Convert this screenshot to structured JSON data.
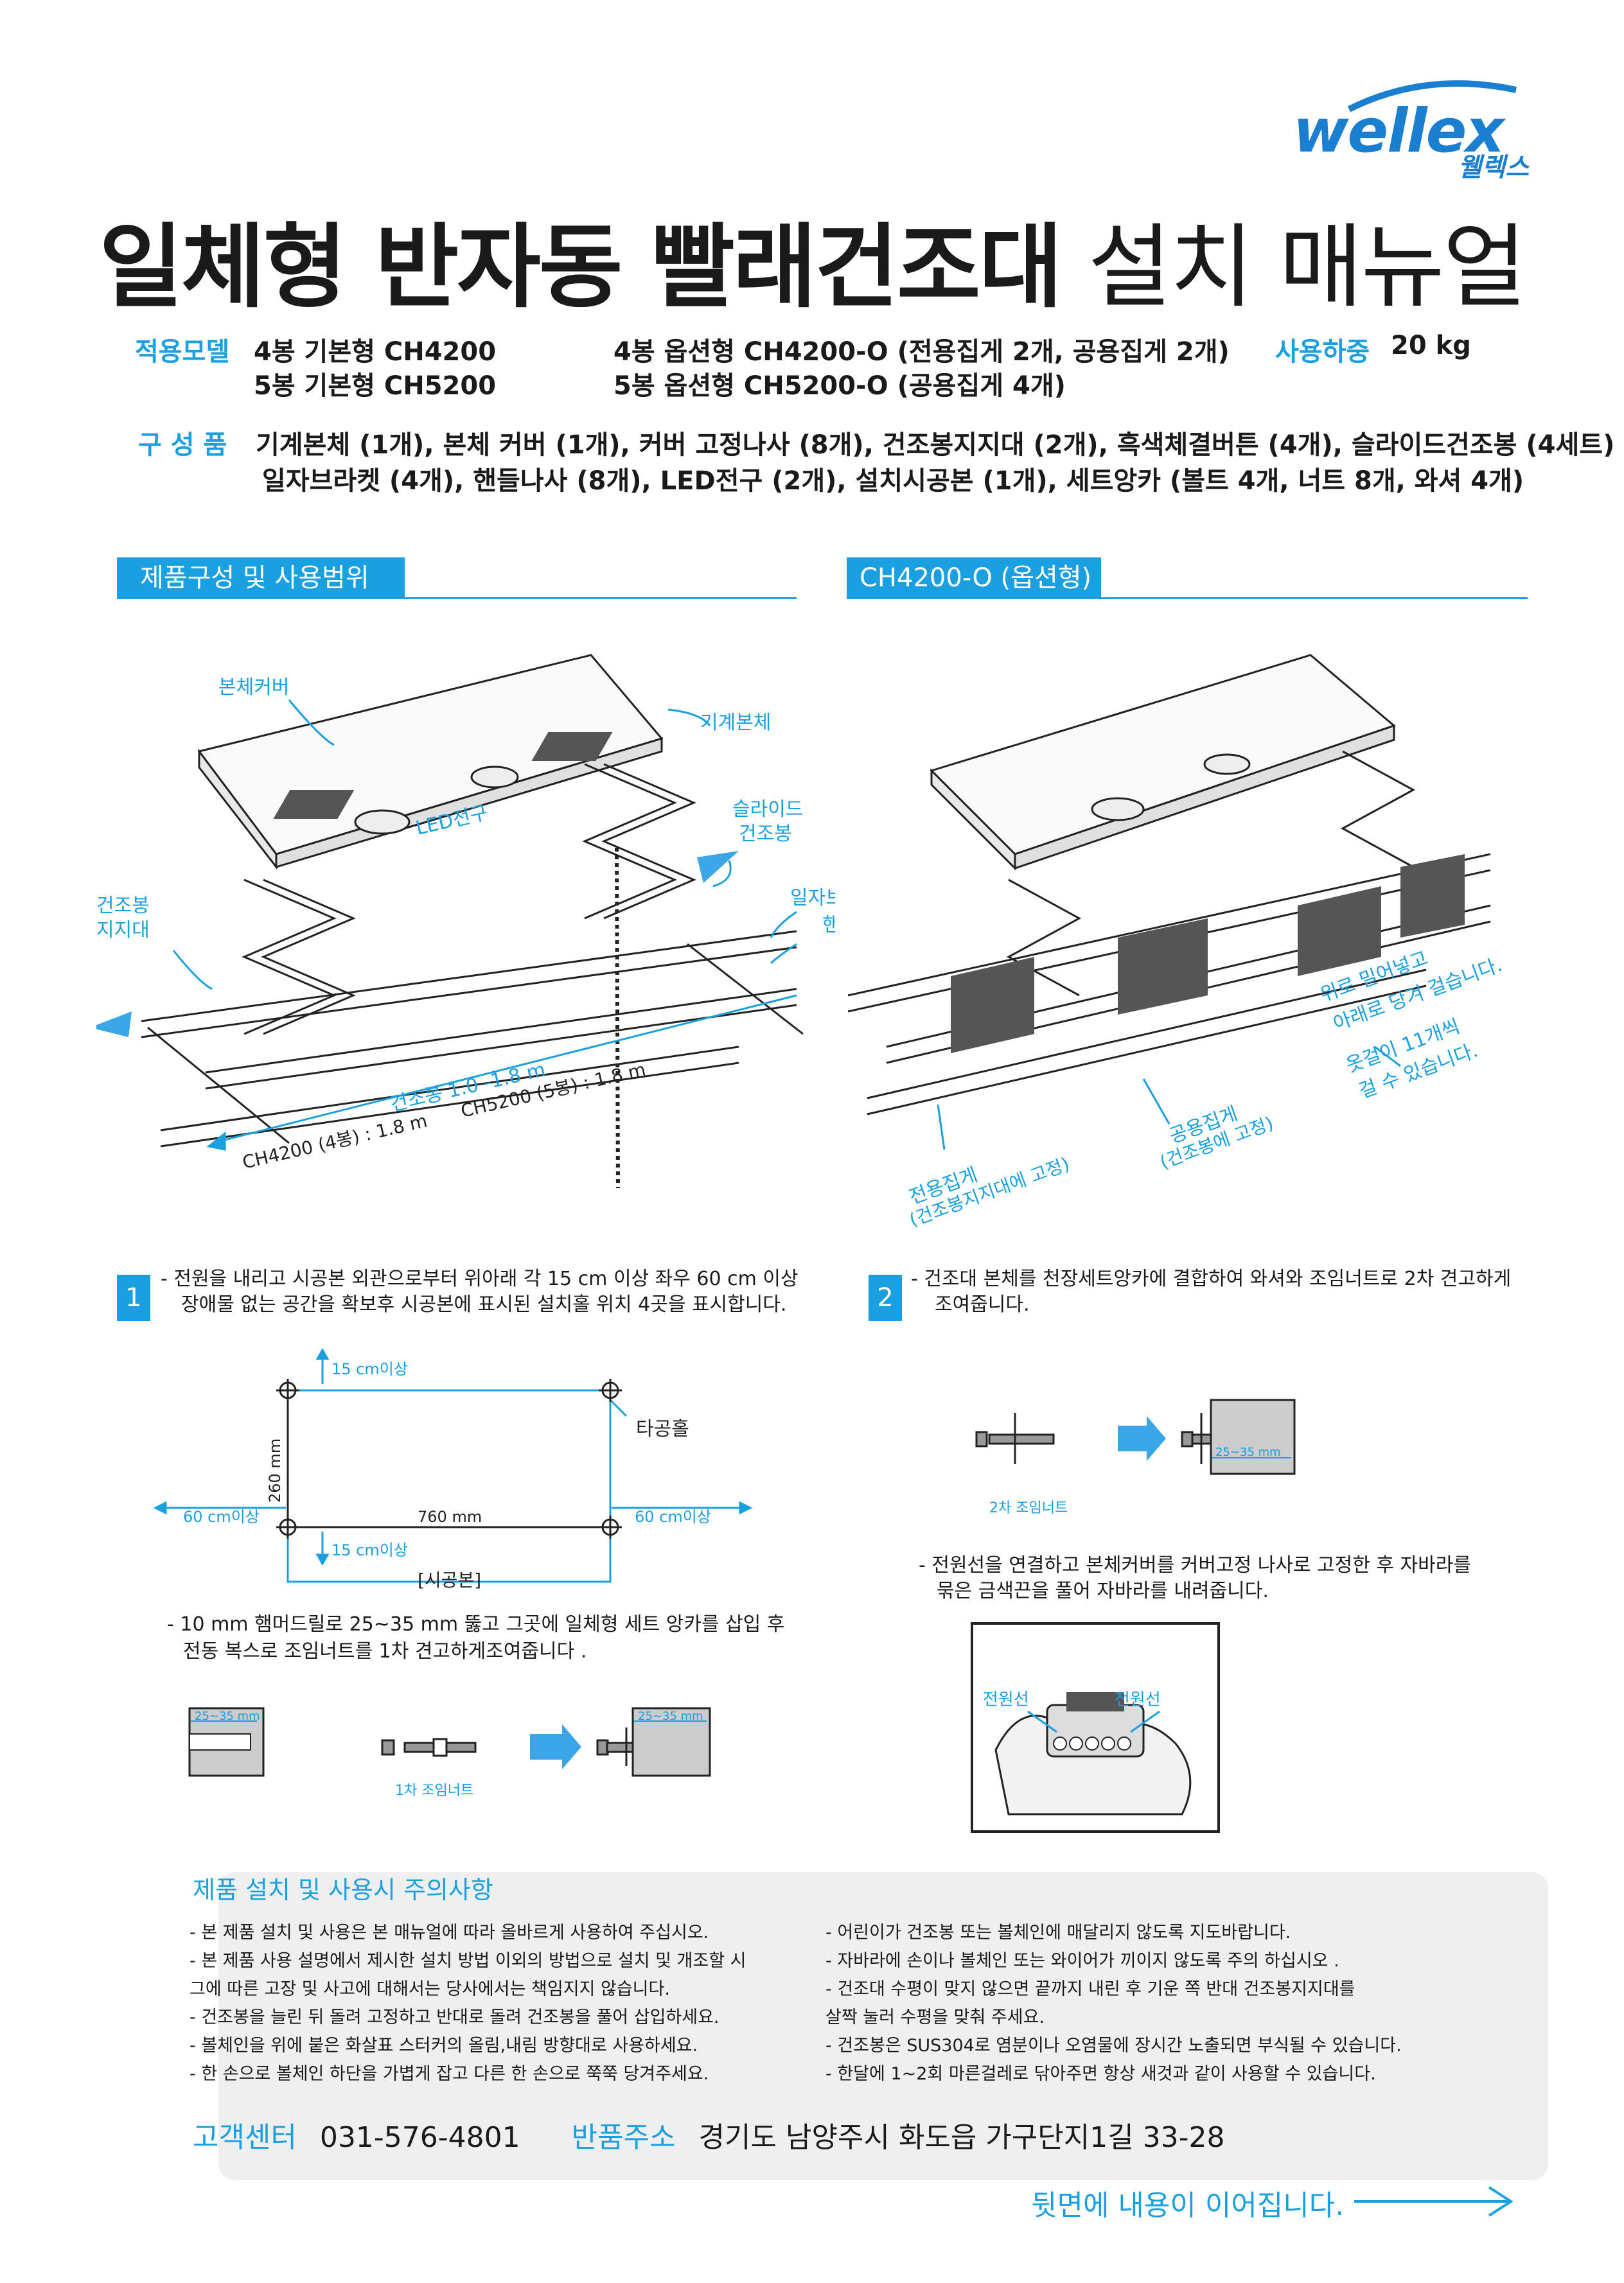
{
  "brand": {
    "logo_text": "wellex",
    "logo_korean": "웰렉스",
    "color": "#1b7fd1"
  },
  "title": {
    "bold": "일체형 반자동 빨래건조대",
    "light": "설치 매뉴얼"
  },
  "specs": {
    "model_label": "적용모델",
    "model_1": "4봉 기본형 CH4200",
    "model_2": "5봉 기본형 CH5200",
    "model_3": "4봉 옵션형 CH4200-O (전용집게 2개, 공용집게 2개)",
    "model_4": "5봉 옵션형 CH5200-O (공용집게 4개)",
    "load_label": "사용하중",
    "load_value": "20 kg"
  },
  "components": {
    "label": "구 성 품",
    "line_1": "기계본체 (1개), 본체 커버 (1개), 커버 고정나사 (8개), 건조봉지지대 (2개), 흑색체결버튼 (4개), 슬라이드건조봉 (4세트)",
    "line_2": "일자브라켓 (4개), 핸들나사 (8개), LED전구 (2개), 설치시공본 (1개), 세트앙카 (볼트 4개, 너트 8개, 와셔 4개)"
  },
  "sections": {
    "left": "제품구성 및 사용범위",
    "right": "CH4200-O (옵션형)"
  },
  "diagram_left": {
    "cover": "본체커버",
    "machine": "기계본체",
    "led": "LED전구",
    "slide_1": "슬라이드",
    "slide_2": "건조봉",
    "support_1": "건조봉",
    "support_2": "지지대",
    "bracket": "일자브라켓",
    "handle": "핸들나사",
    "range": "건조봉 1.0 -1.8 m",
    "ch4200": "CH4200 (4봉) : 1.8 m",
    "ch5200": "CH5200 (5봉) : 1.8 m"
  },
  "diagram_right": {
    "push_1": "위로 밀어넣고",
    "push_2": "아래로 당겨 걸습니다.",
    "hanger_1": "옷걸이 11개씩",
    "hanger_2": "걸 수 있습니다.",
    "shared_1": "공용집게",
    "shared_2": "(건조봉에 고정)",
    "dedicated_1": "전용집게",
    "dedicated_2": "(건조봉지지대에 고정)"
  },
  "step1": {
    "num": "1",
    "text_1": "- 전원을 내리고 시공본 외관으로부터 위아래 각 15 cm 이상 좌우 60 cm 이상",
    "text_2": "장애물 없는 공간을 확보후 시공본에 표시된  설치홀 위치 4곳을 표시합니다.",
    "dim_15_top": "15 cm이상",
    "dim_15_bottom": "15 cm이상",
    "dim_260": "260 mm",
    "dim_760": "760 mm",
    "dim_60_left": "60 cm이상",
    "dim_60_right": "60 cm이상",
    "hole": "타공홀",
    "template": "[시공본]",
    "drill_1": "- 10 mm 햄머드릴로 25~35 mm 뚫고 그곳에 일체형 세트 앙카를 삽입 후",
    "drill_2": "전동 복스로 조임너트를 1차 견고하게조여줍니다 .",
    "depth_a": "25~35 mm",
    "depth_b": "25~35 mm",
    "nut_1": "1차 조임너트"
  },
  "step2": {
    "num": "2",
    "text_1": "- 건조대 본체를 천장세트앙카에 결합하여 와셔와 조임너트로 2차 견고하게",
    "text_2": "조여줍니다.",
    "depth": "25~35 mm",
    "nut_2": "2차 조임너트",
    "wire_1": "- 전원선을 연결하고 본체커버를 커버고정 나사로 고정한 후 자바라를",
    "wire_2": "묶은 금색끈을 풀어 자바라를 내려줍니다.",
    "power_left": "전원선",
    "power_right": "전원선"
  },
  "notes": {
    "title": "제품 설치 및 사용시 주의사항",
    "left": [
      "- 본 제품 설치 및 사용은 본 매뉴얼에 따라 올바르게 사용하여 주십시오.",
      "- 본 제품 사용 설명에서 제시한 설치 방법 이외의 방법으로 설치 및 개조할 시",
      "  그에 따른 고장 및 사고에 대해서는 당사에서는 책임지지 않습니다.",
      "- 건조봉을 늘린 뒤 돌려 고정하고 반대로 돌려 건조봉을 풀어 삽입하세요.",
      "- 볼체인을 위에 붙은 화살표 스터커의 올림,내림 방향대로 사용하세요.",
      "- 한 손으로 볼체인 하단을 가볍게 잡고 다른 한 손으로 쭉쭉 당겨주세요."
    ],
    "right": [
      "- 어린이가 건조봉 또는 볼체인에 매달리지 않도록 지도바랍니다.",
      "- 자바라에 손이나 볼체인 또는 와이어가 끼이지 않도록 주의 하십시오 .",
      "- 건조대 수평이 맞지 않으면 끝까지 내린 후 기운 쪽 반대 건조봉지지대를",
      "  살짝 눌러 수평을 맞춰 주세요.",
      "- 건조봉은 SUS304로 염분이나 오염물에 장시간 노출되면 부식될 수 있습니다.",
      "- 한달에 1~2회 마른걸레로 닦아주면 항상 새것과 같이 사용할 수 있습니다."
    ]
  },
  "contact": {
    "center_label": "고객센터",
    "phone": "031-576-4801",
    "return_label": "반품주소",
    "address": "경기도 남양주시 화도읍 가구단지1길 33-28"
  },
  "continued": "뒷면에 내용이 이어집니다.",
  "colors": {
    "accent": "#1aa0e0",
    "note_bg": "#efefef"
  }
}
